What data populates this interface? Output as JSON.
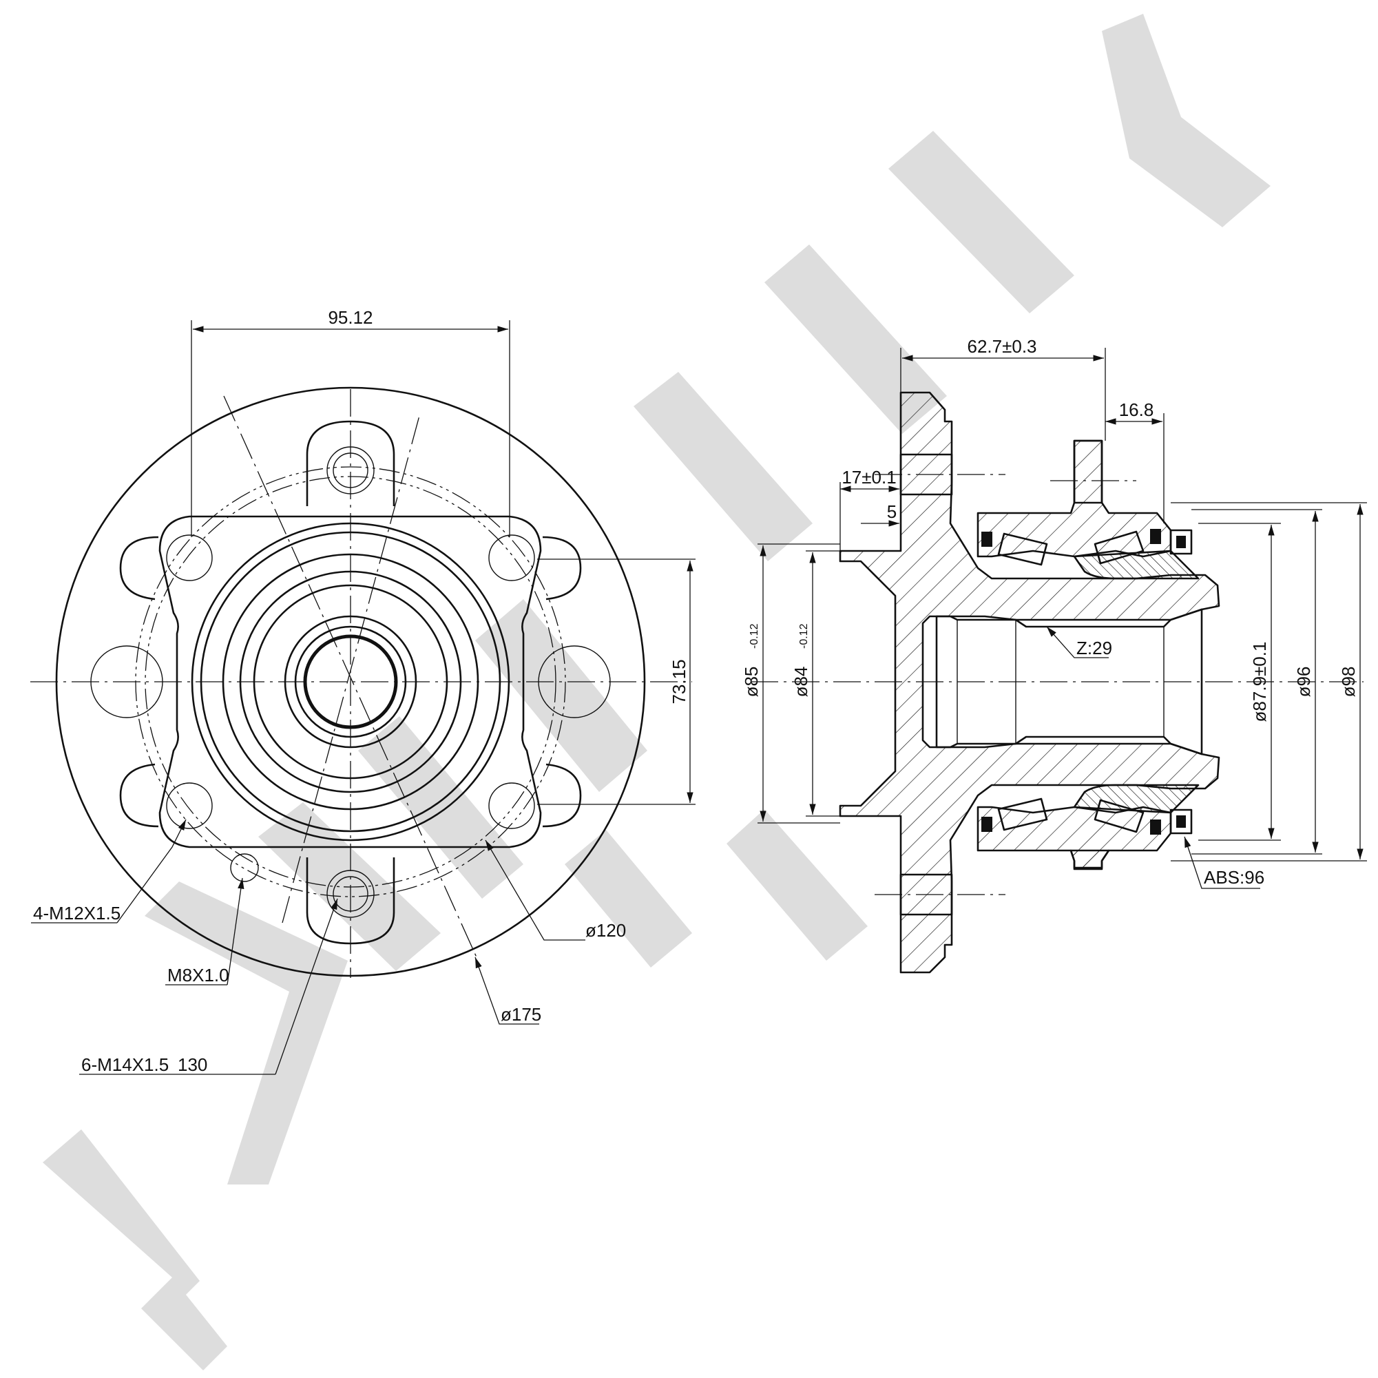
{
  "watermark": {
    "text": "ZENNEK",
    "color": "#dddddd"
  },
  "front_view": {
    "dim_width": "95.12",
    "dim_height": "73.15",
    "callouts": {
      "hub_bolt_thread": "4-M12X1.5",
      "small_thread": "M8X1.0",
      "stud_spec": "6-M14X1.5",
      "stud_pcd": "130",
      "dia_120": "ø120",
      "dia_175": "ø175"
    }
  },
  "section_view": {
    "dim_overall_length": "62.7±0.3",
    "dim_16_8": "16.8",
    "dim_17": "17±0.1",
    "dim_5": "5",
    "dia_85": "ø85",
    "dia_85_tol": "-0.12",
    "dia_84": "ø84",
    "dia_84_tol": "-0.12",
    "spline": "Z:29",
    "dia_87_9": "ø87.9±0.1",
    "dia_96": "ø96",
    "dia_98": "ø98",
    "abs": "ABS:96"
  }
}
